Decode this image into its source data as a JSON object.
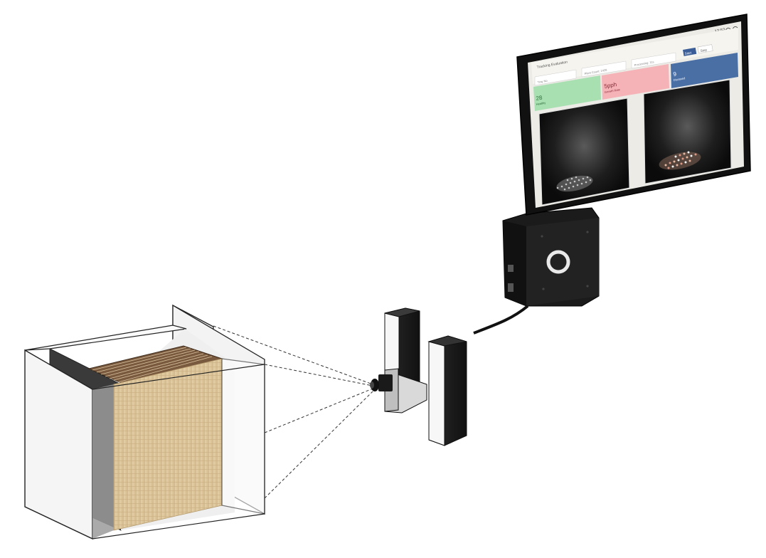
{
  "monitor": {
    "app_title": "Tracking Evaluation",
    "header_buttons": [
      "Start",
      "Stop"
    ],
    "clock": "12:52",
    "fields": [
      {
        "label": "Tray No",
        "value": ""
      },
      {
        "label": "Plant Count: 1428",
        "value": ""
      },
      {
        "label": "Processing: 11s",
        "value": ""
      }
    ],
    "stats": [
      {
        "value": "28",
        "label": "Healthy",
        "color": "#a8e0b2"
      },
      {
        "value": "5pph",
        "label": "Growth Rate",
        "color": "#f5b3b8"
      },
      {
        "value": "9",
        "label": "Diseased",
        "color": "#4a6fa5"
      }
    ],
    "camera_feeds": [
      "camera-feed-raw",
      "camera-feed-analysis"
    ]
  },
  "colors": {
    "background": "#ffffff",
    "hardware_black": "#1b1b1b",
    "tray_wood": "#dcc59d",
    "panel_white": "#f4f4f4"
  }
}
